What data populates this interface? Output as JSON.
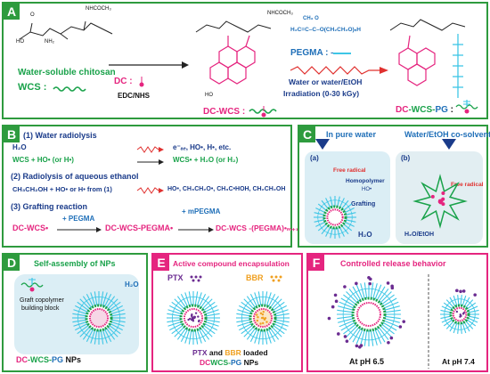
{
  "panels": {
    "a": {
      "label": "A"
    },
    "b": {
      "label": "B"
    },
    "c": {
      "label": "C"
    },
    "d": {
      "label": "D"
    },
    "e": {
      "label": "E"
    },
    "f": {
      "label": "F"
    }
  },
  "a": {
    "chem_nh2": "NH₂",
    "chem_nhcoch3": "NHCOCH₃",
    "chem_ho": "HO",
    "chem_oh": "OH",
    "chem_o": "O",
    "wcs_name": "Water-soluble chitosan",
    "wcs_abbr": "WCS :",
    "dc_label": "DC :",
    "edc_label": "EDC/NHS",
    "dc_wcs_label": "DC-WCS :",
    "pegma_label": "PEGMA : –",
    "solvent_label": "Water or water/EtOH",
    "irradiation_label": "Irradiation (0-30 kGy)",
    "pegma_formula": "CH₃  O",
    "pegma_chain": "H₂C=C–C–O(CH₂CH₂O)ₙH",
    "prod_dc": "DC",
    "prod_wcs": "-WCS-",
    "prod_pg": "PG",
    "prod_colon": " :"
  },
  "b": {
    "s1": "(1) Water radiolysis",
    "h2o": "H₂O",
    "r1_products": "e⁻ₐₑ, HO•, H•, etc.",
    "r2_left": "WCS + HO• (or H•)",
    "r2_right": "WCS• + H₂O (or H₂)",
    "s2": "(2) Radiolysis of aqueous ethanol",
    "r3_left": "CH₃CH₂OH + HO• or H• from (1)",
    "r3_right": "HO•, CH₃CH₂O•, CH₃C•HOH, CH₂CH₂OH",
    "s3": "(3) Grafting reaction",
    "g1": "DC-WCS•",
    "g_pegma": "+ PEGMA",
    "g2": "DC-WCS-PEGMA•",
    "g_mpegma": "+ mPEGMA",
    "g3": "DC-WCS -(PEGMA)•ₘ₊₁"
  },
  "c": {
    "title_left": "In pure water",
    "title_right": "Water/EtOH co-solvent",
    "sub_a": "(a)",
    "sub_b": "(b)",
    "free_radical": "Free radical",
    "free_radical_b": "Free radical",
    "homopolymer": "Homopolymer",
    "grafting": "Grafting",
    "ho": "HO•",
    "h2o": "H₂O",
    "h2o_etoh": "H₂O/EtOH"
  },
  "d": {
    "title": "Self-assembly of NPs",
    "h2o": "H₂O",
    "block1": "Graft copolymer",
    "block2": "building block",
    "np_dc": "DC",
    "np_wcs": "-WCS-",
    "np_pg": "PG",
    "np_tail": " NPs"
  },
  "e": {
    "title": "Active compound encapsulation",
    "ptx": "PTX",
    "bbr": "BBR",
    "cap1_ptx": "PTX",
    "cap1_and": " and ",
    "cap1_bbr": "BBR",
    "cap1_tail": " loaded",
    "cap2_dc": "DC",
    "cap2_wcs": "WCS-",
    "cap2_pg": "PG",
    "cap2_tail": " NPs"
  },
  "f": {
    "title": "Controlled release behavior",
    "ph65": "At pH 6.5",
    "ph74": "At pH 7.4"
  },
  "colors": {
    "green": "#2e9b3e",
    "pink": "#e5257f",
    "light_blue": "#dbeef5",
    "brush_cyan": "#3ec6e6"
  }
}
